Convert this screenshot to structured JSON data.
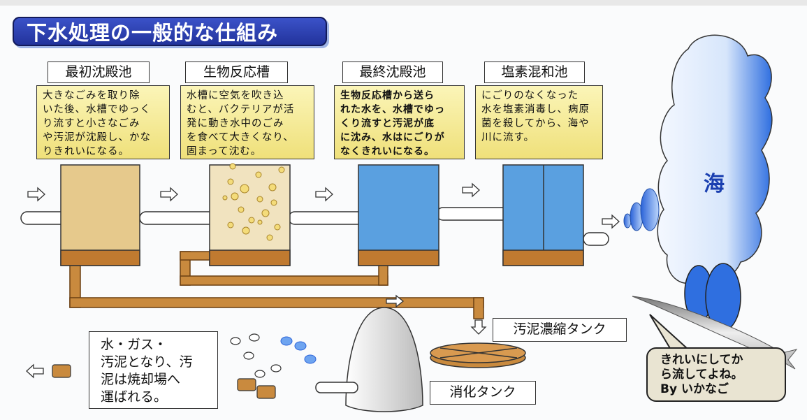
{
  "title": "下水処理の一般的な仕組み",
  "stages": [
    {
      "label": "最初沈殿池",
      "description": "大きなごみを取り除\nいた後、水槽でゆっく\nり流すと小さなごみ\nや汚泥が沈殿し、かな\nりきれいになる。"
    },
    {
      "label": "生物反応槽",
      "description": "水槽に空気を吹き込\nむと、バクテリアが活\n発に動き水中のごみ\nを食べて大きくなり、\n固まって沈む。"
    },
    {
      "label": "最終沈殿池",
      "description": "生物反応槽から送ら\nれた水を、水槽でゆっ\nくり流すと汚泥が底\nに沈み、水はにごりが\nなくきれいになる。"
    },
    {
      "label": "塩素混和池",
      "description": "にごりのなくなった\n水を塩素消毒し、病原\n菌を殺してから、海や\n川に流す。"
    }
  ],
  "sludge_thickening_tank": "汚泥濃縮タンク",
  "digestion_tank": "消化タンク",
  "sludge_note": "水・ガス・\n汚泥となり、汚\n泥は焼却場へ\n運ばれる。",
  "sea_label": "海",
  "speech_bubble": "きれいにしてか\nら流してよね。\n  By  いかなご",
  "colors": {
    "title_bg": "#2a3eb0",
    "water": "#5aa0e0",
    "sludge": "#c07a30",
    "desc_bg": "#f5eb9a"
  }
}
